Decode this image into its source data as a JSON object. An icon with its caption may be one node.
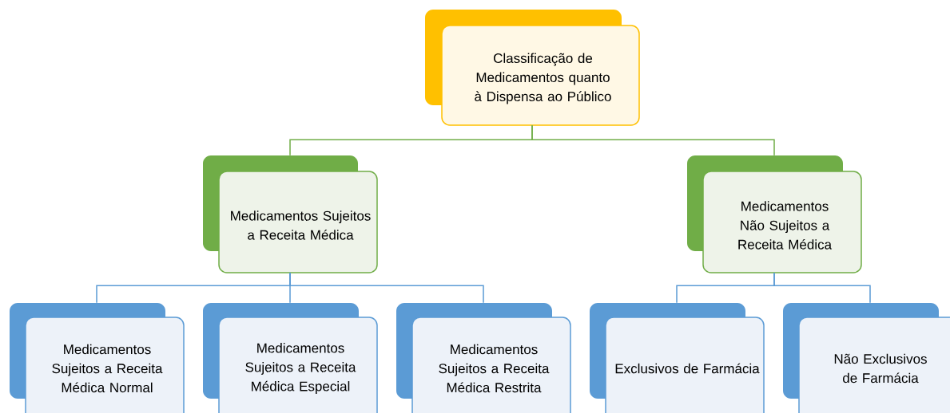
{
  "diagram": {
    "nodes": [
      {
        "text": [
          "Classificação de Medicamentos quanto à Dispensa ao Público"
        ]
      },
      {
        "text": [
          "Medicamentos Sujeitos a Receita Médica"
        ]
      },
      {
        "text": [
          "Medicamentos Não Sujeitos a Receita Médica"
        ]
      },
      {
        "text": [
          "Medicamentos Sujeitos a Receita Médica Normal"
        ]
      },
      {
        "text": [
          "Medicamentos Sujeitos a Receita Médica Especial"
        ]
      },
      {
        "text": [
          "Medicamentos Sujeitos a Receita Médica Restrita"
        ]
      },
      {
        "text": [
          "Exclusivos de Farmácia"
        ]
      },
      {
        "text": [
          "Não Exclusivos de Farmácia"
        ]
      }
    ],
    "edges": [
      {
        "from": 0,
        "to": 1,
        "arrow": "none",
        "color": "#70ad47"
      },
      {
        "from": 0,
        "to": 2,
        "arrow": "none",
        "color": "#70ad47"
      },
      {
        "from": 1,
        "to": 3,
        "arrow": "none"
      },
      {
        "from": 1,
        "to": 4,
        "arrow": "none"
      },
      {
        "from": 1,
        "to": 5,
        "arrow": "none"
      },
      {
        "from": 2,
        "to": 6,
        "arrow": "none"
      },
      {
        "from": 2,
        "to": 7,
        "arrow": "none"
      }
    ]
  }
}
